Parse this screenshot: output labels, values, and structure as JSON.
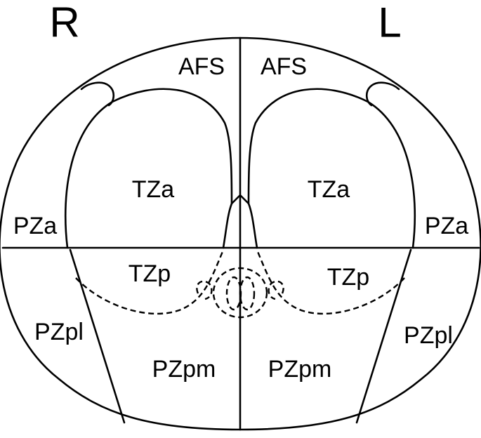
{
  "side_labels": {
    "right": "R",
    "left": "L"
  },
  "zones": {
    "afs_right": "AFS",
    "afs_left": "AFS",
    "tza_right": "TZa",
    "tza_left": "TZa",
    "pza_right": "PZa",
    "pza_left": "PZa",
    "tzp_right": "TZp",
    "tzp_left": "TZp",
    "pzpl_right": "PZpl",
    "pzpl_left": "PZpl",
    "pzpm_right": "PZpm",
    "pzpm_left": "PZpm"
  }
}
